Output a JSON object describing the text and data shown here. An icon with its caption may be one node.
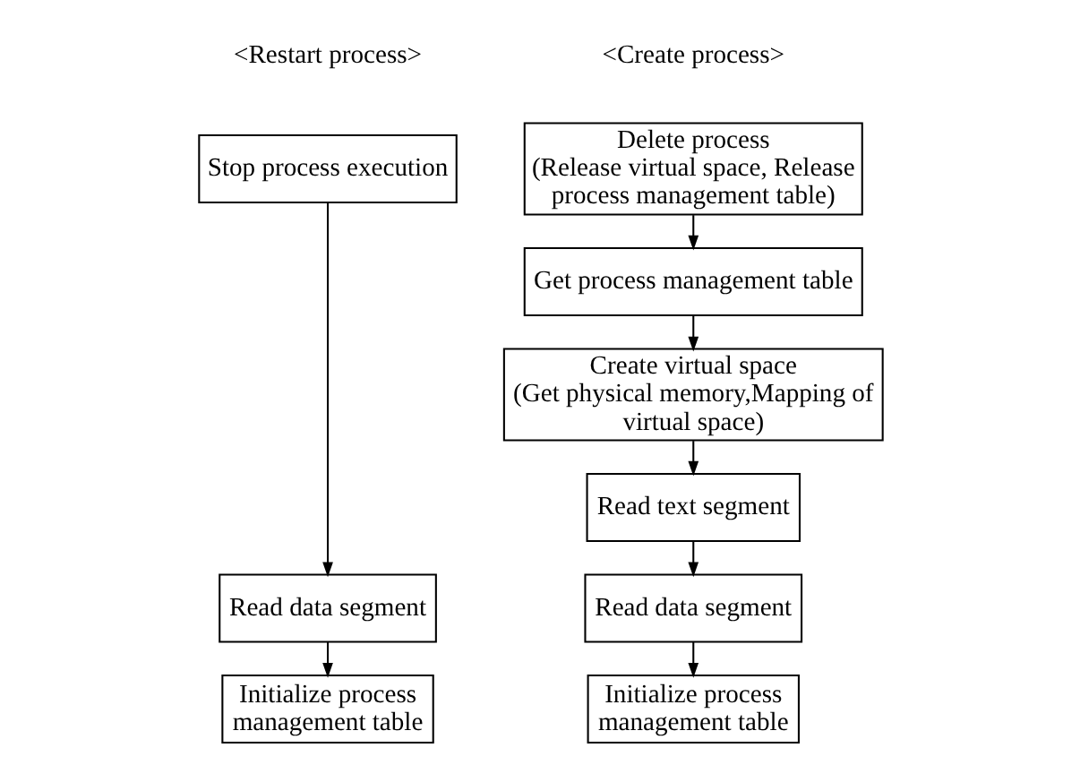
{
  "diagram": {
    "nodes": [
      {
        "text": [
          "Stop process execution"
        ]
      },
      {
        "text": [
          "Read data segment"
        ]
      },
      {
        "text": [
          "Initialize process management table"
        ]
      },
      {
        "text": [
          "Delete process",
          "(Release virtual space, Release process management table)"
        ]
      },
      {
        "text": [
          "Get process management table"
        ]
      },
      {
        "text": [
          "Create virtual space",
          "(Get physical memory,Mapping of virtual space)"
        ]
      },
      {
        "text": [
          "Read text segment"
        ]
      },
      {
        "text": [
          "Read data segment"
        ]
      },
      {
        "text": [
          "Initialize process management table"
        ]
      }
    ],
    "edges": [
      {
        "from": 0,
        "to": 1,
        "arrow": "to"
      },
      {
        "from": 1,
        "to": 2,
        "arrow": "to"
      },
      {
        "from": 3,
        "to": 4,
        "arrow": "to"
      },
      {
        "from": 4,
        "to": 5,
        "arrow": "to"
      },
      {
        "from": 5,
        "to": 6,
        "arrow": "to"
      },
      {
        "from": 6,
        "to": 7,
        "arrow": "to"
      },
      {
        "from": 7,
        "to": 8,
        "arrow": "to"
      }
    ],
    "labels": [
      "<Restart process>",
      "<Create process>"
    ]
  }
}
